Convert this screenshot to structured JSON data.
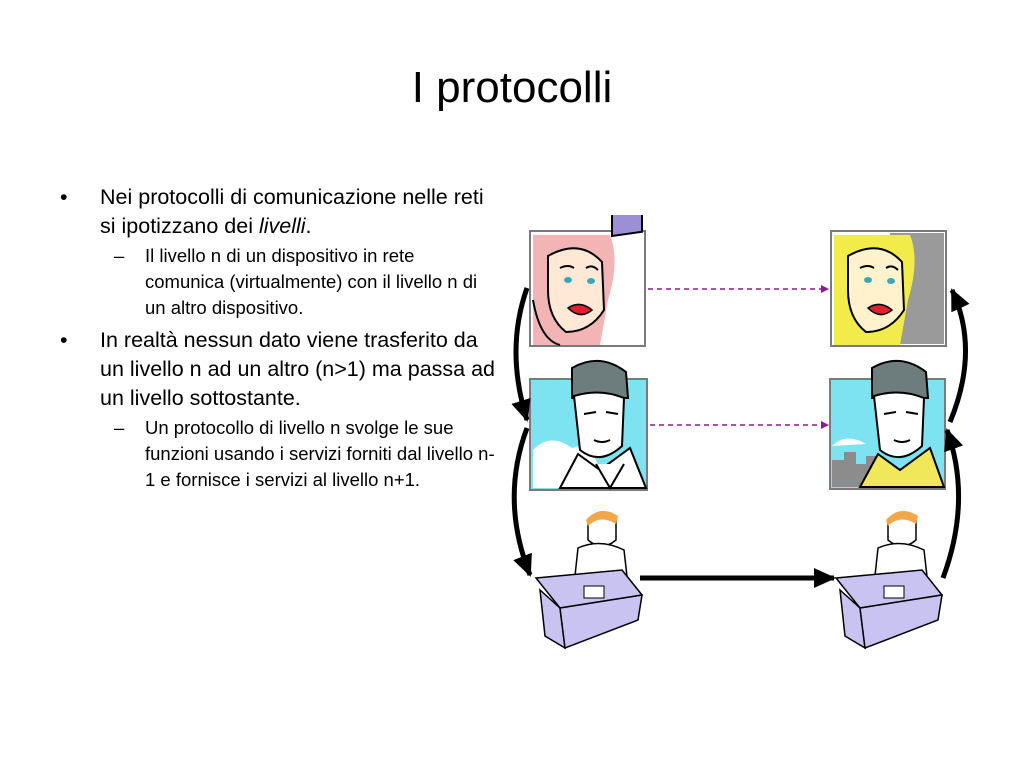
{
  "slide": {
    "title": "I protocolli",
    "bullets": [
      {
        "marker": "•",
        "text_before": "Nei protocolli di comunicazione nelle reti si ipotizzano dei ",
        "text_emphasis": "livelli",
        "text_after": "."
      },
      {
        "marker": "–",
        "text": "Il livello n di un dispositivo in rete comunica (virtualmente) con il livello n di un altro dispositivo."
      },
      {
        "marker": "•",
        "text": "In realtà nessun dato viene trasferito da un livello n ad un altro (n>1) ma passa ad un livello sottostante."
      },
      {
        "marker": "–",
        "text": "Un protocollo di livello n svolge le sue funzioni usando i servizi forniti dal livello n-1 e fornisce i servizi al livello n+1."
      }
    ]
  },
  "diagram": {
    "colors": {
      "woman_left_hair": "#f2b4b4",
      "woman_right_hair": "#f2ec4a",
      "man_background": "#7de3f0",
      "man_right_shirt": "#f0e85a",
      "desk": "#c9c3f2",
      "dashed_arrow": "#8b1c8b",
      "arrow": "#000000"
    },
    "icons": {
      "top_left": "woman-at-computer-icon",
      "top_right": "woman-at-computer-icon",
      "middle_left": "man-portrait-icon",
      "middle_right": "man-portrait-icon",
      "bottom_left": "person-at-desk-icon",
      "bottom_right": "person-at-desk-icon"
    }
  }
}
